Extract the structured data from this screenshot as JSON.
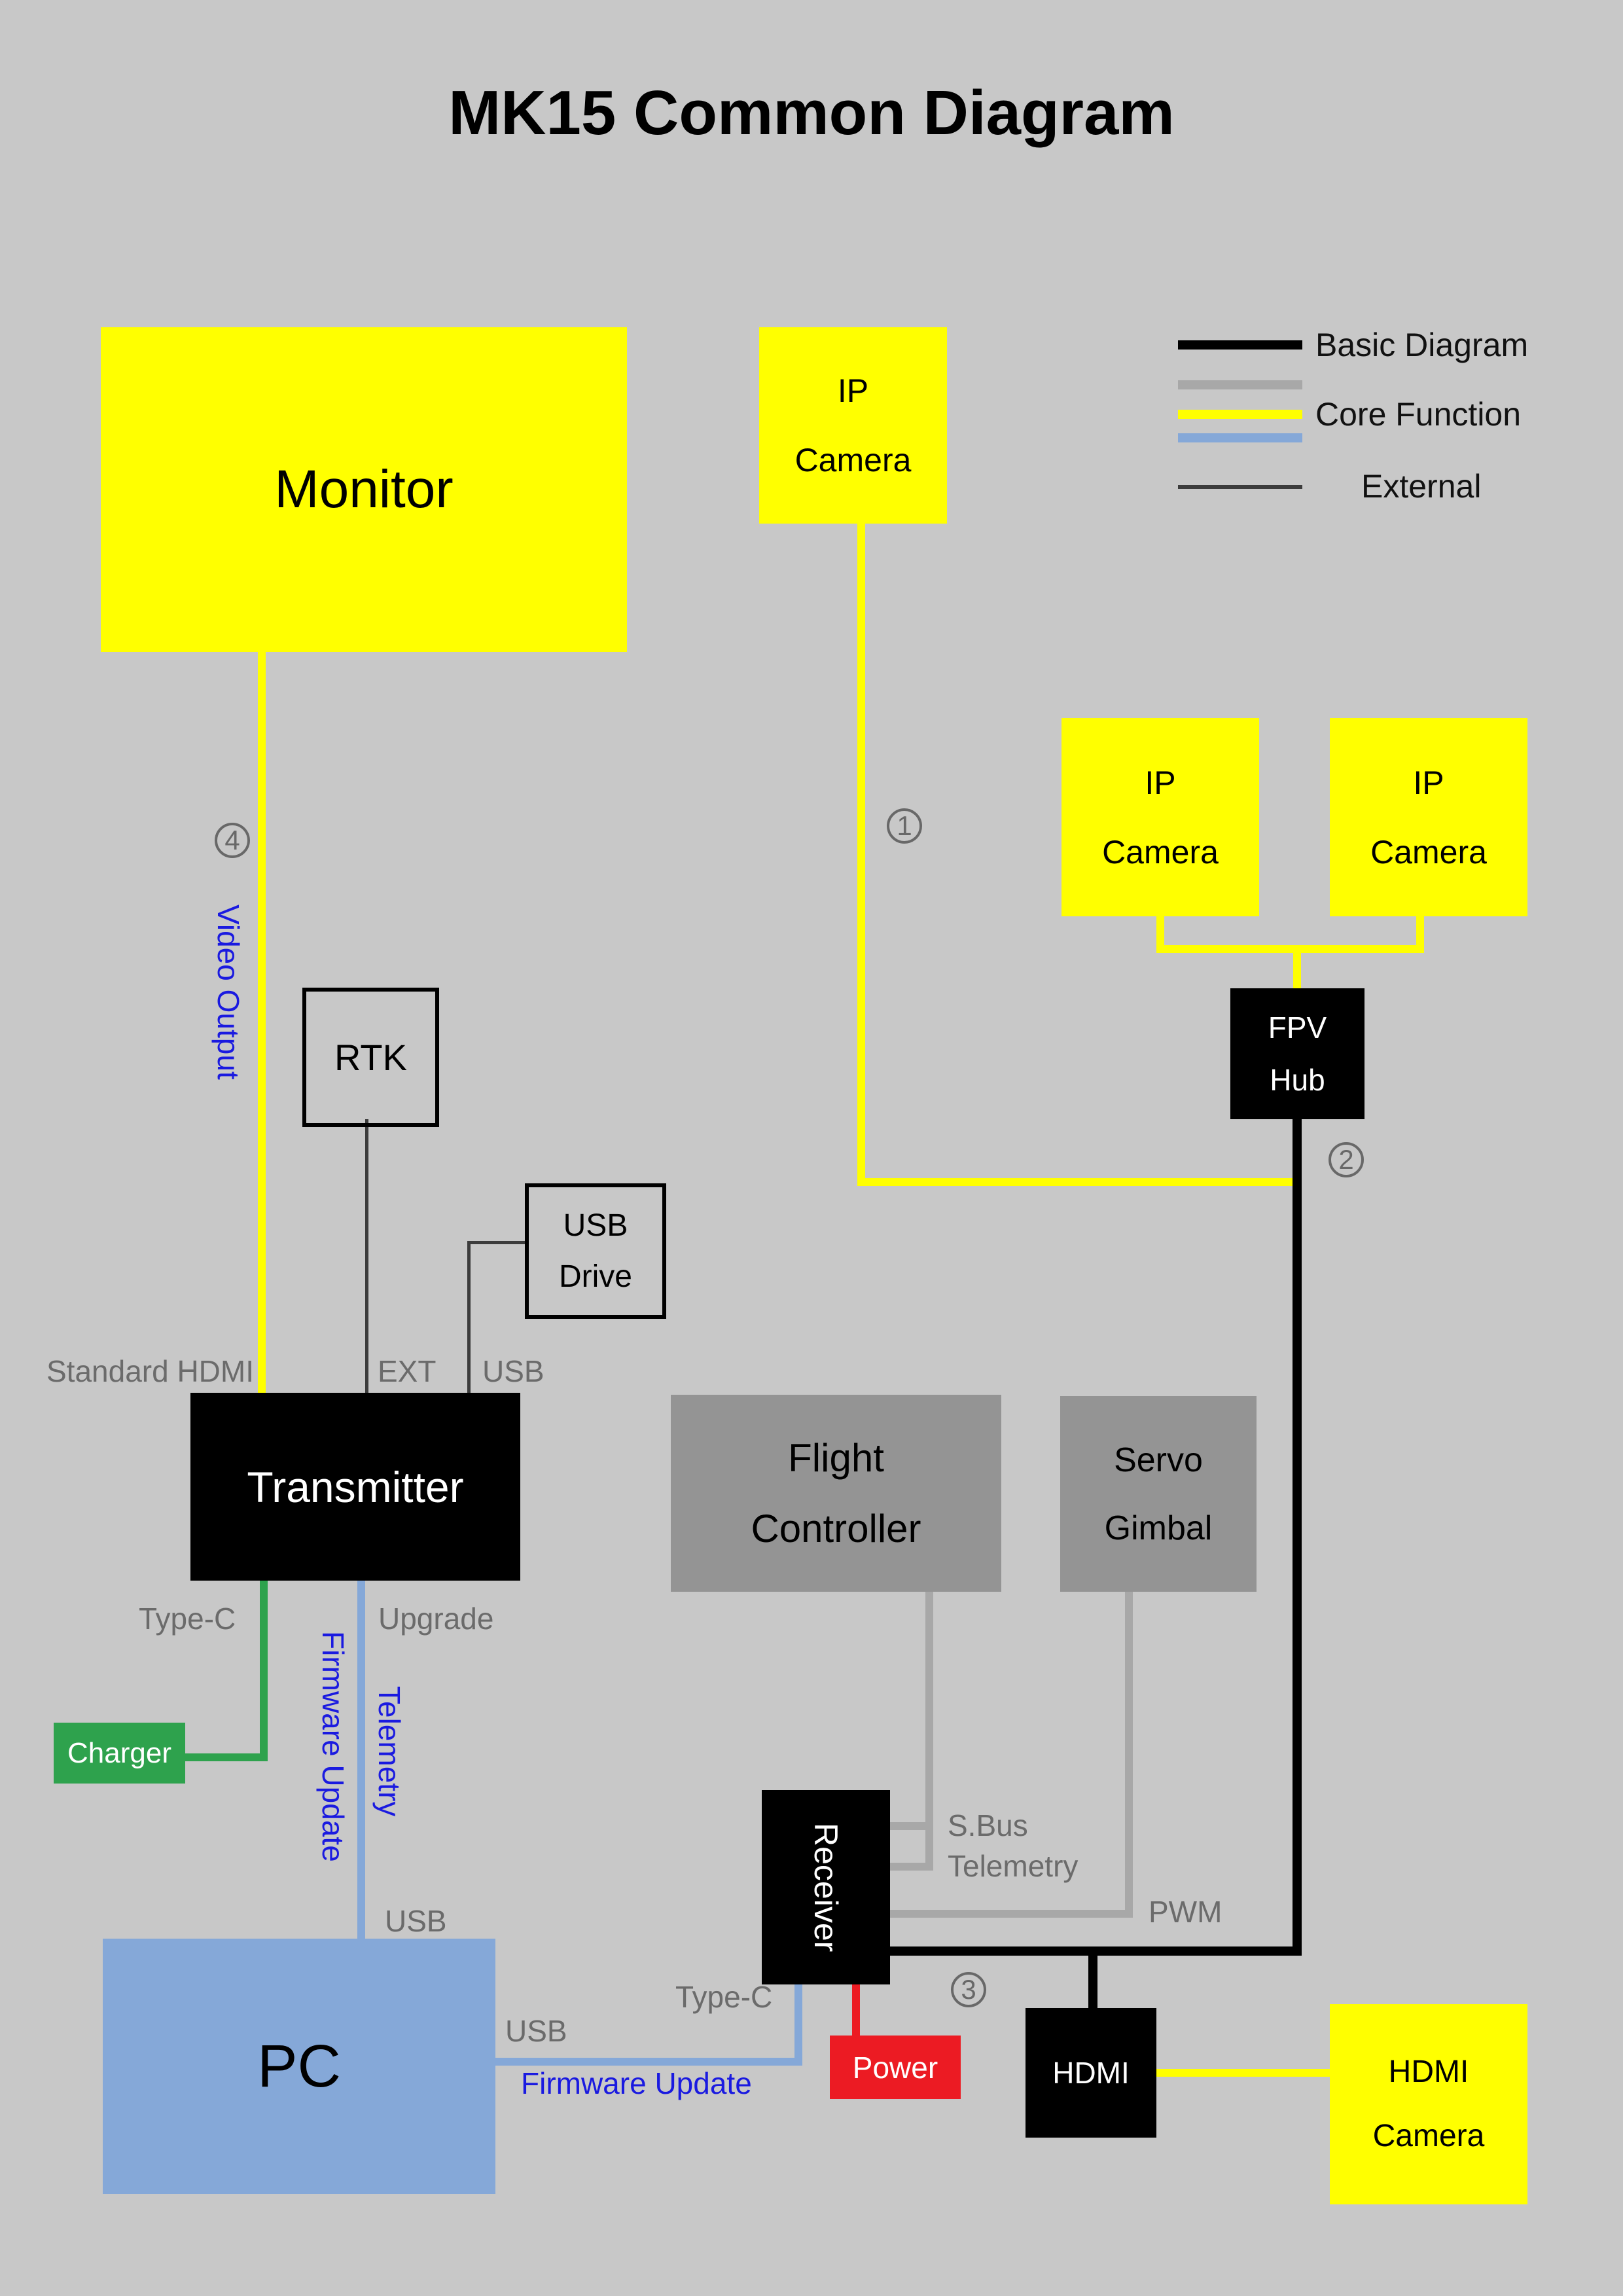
{
  "title": "MK15 Common Diagram",
  "legend": {
    "basic": {
      "label": "Basic Diagram",
      "color": "#000000"
    },
    "core": {
      "label": "Core Function",
      "colors": [
        "#a8a8a8",
        "#ffff00",
        "#85a8d8"
      ]
    },
    "external": {
      "label": "External",
      "color": "#3c3c3c"
    }
  },
  "boxes": {
    "monitor": {
      "label": "Monitor",
      "color": "#ffff00"
    },
    "ip_camera_1": {
      "line1": "IP",
      "line2": "Camera",
      "color": "#ffff00"
    },
    "ip_camera_2": {
      "line1": "IP",
      "line2": "Camera",
      "color": "#ffff00"
    },
    "ip_camera_3": {
      "line1": "IP",
      "line2": "Camera",
      "color": "#ffff00"
    },
    "fpv_hub": {
      "line1": "FPV",
      "line2": "Hub",
      "color": "#000000"
    },
    "rtk": {
      "label": "RTK",
      "color": "outline"
    },
    "usb_drive": {
      "line1": "USB",
      "line2": "Drive",
      "color": "outline"
    },
    "transmitter": {
      "label": "Transmitter",
      "color": "#000000"
    },
    "flight_controller": {
      "line1": "Flight",
      "line2": "Controller",
      "color": "#949494"
    },
    "servo_gimbal": {
      "line1": "Servo",
      "line2": "Gimbal",
      "color": "#949494"
    },
    "charger": {
      "label": "Charger",
      "color": "#2ea24d"
    },
    "receiver": {
      "label": "Receiver",
      "color": "#000000"
    },
    "pc": {
      "label": "PC",
      "color": "#85a8d8"
    },
    "power": {
      "label": "Power",
      "color": "#ec1b23"
    },
    "hdmi": {
      "label": "HDMI",
      "color": "#000000"
    },
    "hdmi_camera": {
      "line1": "HDMI",
      "line2": "Camera",
      "color": "#ffff00"
    }
  },
  "ports": {
    "standard_hdmi": "Standard HDMI",
    "ext": "EXT",
    "usb_transmitter": "USB",
    "type_c_transmitter": "Type-C",
    "upgrade": "Upgrade",
    "video_output": "Video Output",
    "firmware_update_vertical": "Firmware Update",
    "telemetry_vertical": "Telemetry",
    "usb_pc_top": "USB",
    "usb_pc_out": "USB",
    "firmware_update_horizontal": "Firmware Update",
    "type_c_receiver": "Type-C",
    "sbus": "S.Bus",
    "telemetry_receiver": "Telemetry",
    "pwm": "PWM"
  },
  "callouts": {
    "c1": "1",
    "c2": "2",
    "c3": "3",
    "c4": "4"
  },
  "colors": {
    "background": "#c8c8c8",
    "core_yellow": "#ffff00",
    "core_blue": "#85a8d8",
    "basic_black": "#000000",
    "core_gray": "#a8a8a8",
    "external_thin": "#3c3c3c",
    "green": "#2ea24d",
    "red": "#ec1b23",
    "label_gray": "#6b6b6b",
    "blue_text": "#1a1ae0"
  }
}
